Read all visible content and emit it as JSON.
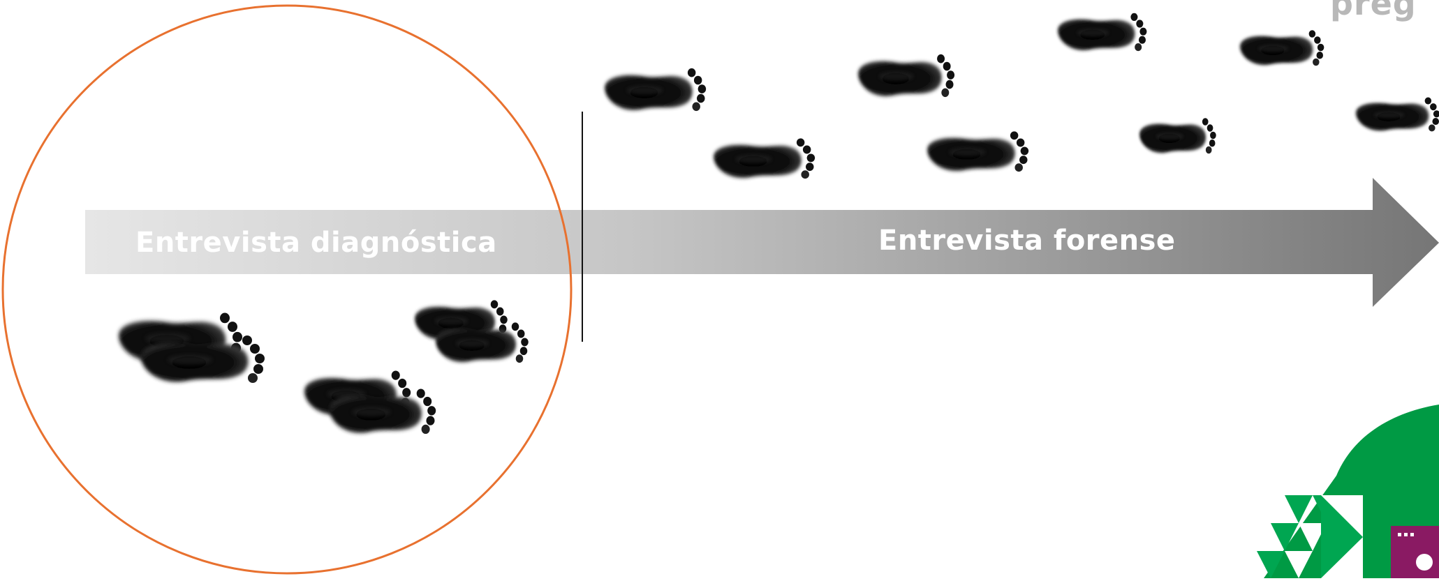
{
  "header": {
    "title_fragment": "preg"
  },
  "timeline": {
    "left_label": "Entrevista diagnóstica",
    "right_label": "Entrevista forense"
  },
  "colors": {
    "circle_stroke": "#e8712f",
    "arrow_light": "#e2e2e2",
    "arrow_dark": "#7a7a7a",
    "title_gray": "#b8b8b8",
    "logo_green": "#009a44",
    "logo_purple": "#8a1a63"
  },
  "icons": [
    "footprint-icon",
    "logo-icon"
  ]
}
